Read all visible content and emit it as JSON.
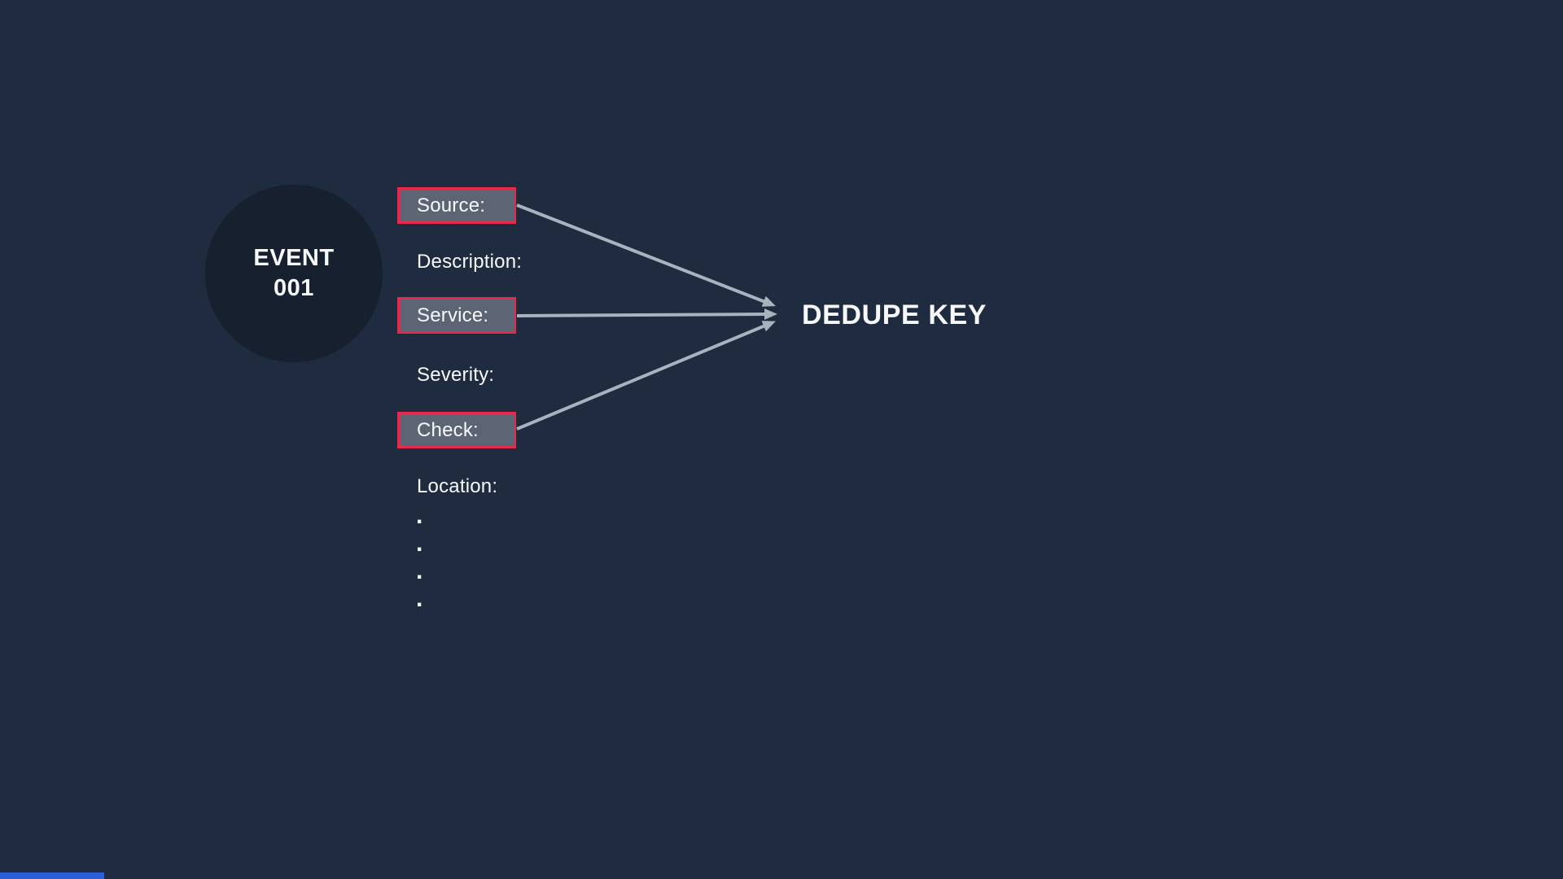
{
  "colors": {
    "bg": "#1f2b3e",
    "circle": "#16202e",
    "box_fill": "#5d6575",
    "box_border": "#e8294c",
    "arrow": "#a9b3bf",
    "text": "#f7f8fa",
    "progress": "#2b5fd9"
  },
  "event_node": {
    "line1": "EVENT",
    "line2": "001"
  },
  "fields": [
    {
      "label": "Source:",
      "boxed": true
    },
    {
      "label": "Description:",
      "boxed": false
    },
    {
      "label": "Service:",
      "boxed": true
    },
    {
      "label": "Severity:",
      "boxed": false
    },
    {
      "label": "Check:",
      "boxed": true
    },
    {
      "label": "Location:",
      "boxed": false
    }
  ],
  "bullets": [
    ".",
    ".",
    ".",
    "."
  ],
  "dedupe_key_label": "DEDUPE KEY"
}
